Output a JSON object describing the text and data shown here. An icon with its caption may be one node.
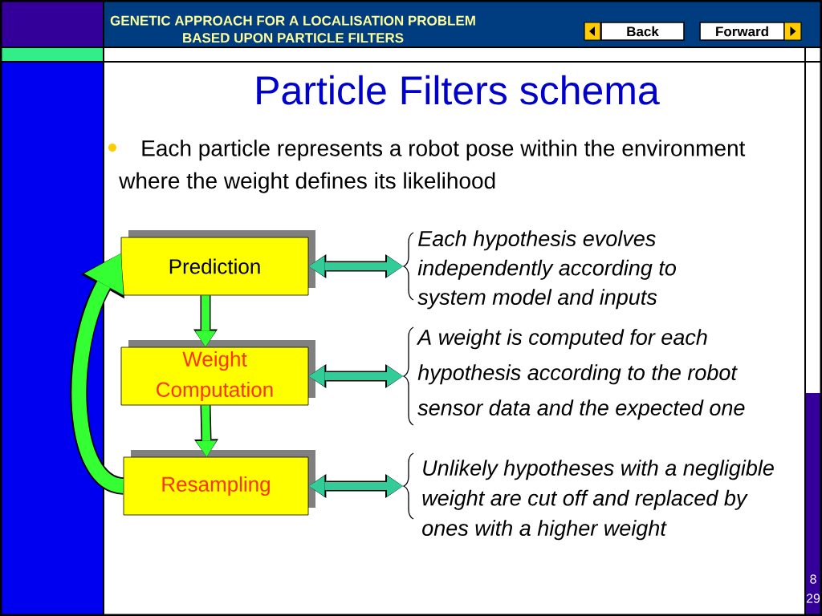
{
  "diagram": {
    "title": "Particle Filters schema",
    "nodes": [
      {
        "text": [
          "Prediction"
        ]
      },
      {
        "text": [
          "Weight Computation"
        ]
      },
      {
        "text": [
          "Resampling"
        ]
      },
      {
        "text": [
          "Each hypothesis evolves independently according to system model and inputs"
        ]
      },
      {
        "text": [
          "A weight is computed for each hypothesis according to the robot sensor data and the expected one"
        ]
      },
      {
        "text": [
          "Unlikely hypotheses with a negligible weight are cut off and replaced by ones with a higher weight"
        ]
      }
    ],
    "edges": [
      {
        "from": 0,
        "to": 1,
        "arrow": "to",
        "color": "#33ff33"
      },
      {
        "from": 1,
        "to": 2,
        "arrow": "to",
        "color": "#33ff33"
      },
      {
        "from": 2,
        "to": 0,
        "arrow": "to",
        "style": "thick",
        "color": "#33ff33"
      },
      {
        "from": 0,
        "to": 3,
        "arrow": "both",
        "color": "#33cc99"
      },
      {
        "from": 1,
        "to": 4,
        "arrow": "both",
        "color": "#33cc99"
      },
      {
        "from": 2,
        "to": 5,
        "arrow": "both",
        "color": "#33cc99"
      }
    ],
    "labels": [
      "GENETIC APPROACH FOR A LOCALISATION PROBLEM BASED UPON PARTICLE FILTERS",
      "Back",
      "Forward",
      "Each particle represents a robot pose within the environment where the weight defines its likelihood",
      "8",
      "29"
    ]
  }
}
